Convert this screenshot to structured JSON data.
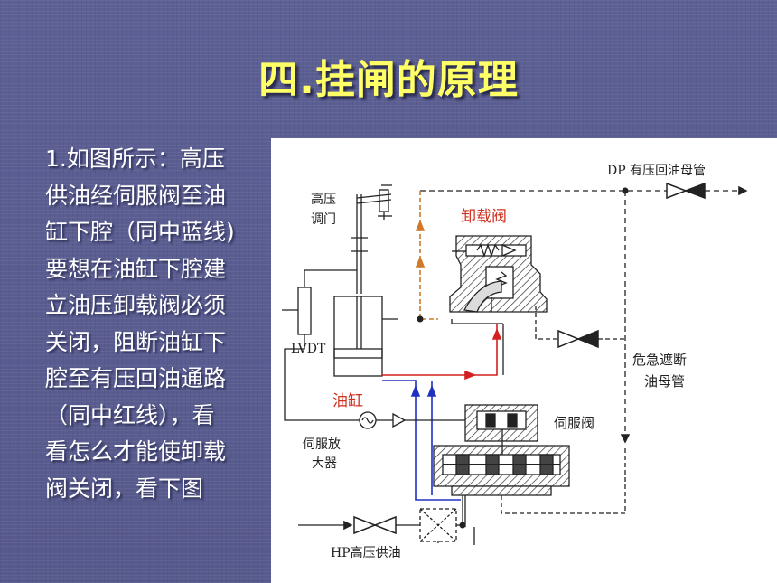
{
  "slide": {
    "title": "四.挂闸的原理",
    "body_lines": [
      " 1.如图所示：高压",
      "供油经伺服阀至油",
      "缸下腔（同中蓝线)",
      "要想在油缸下腔建",
      "立油压卸载阀必须",
      "关闭，阻断油缸下",
      "腔至有压回油通路",
      "（同中红线），看",
      "看怎么才能使卸载",
      "阀关闭，看下图"
    ]
  },
  "diagram": {
    "labels": {
      "dp_return": "DP  有压回油母管",
      "hp_valve_1": "高压",
      "hp_valve_2": "调门",
      "unload_valve": "卸载阀",
      "lvdt": "LVDT",
      "cylinder": "油缸",
      "emergency_1": "危急遮断",
      "emergency_2": "油母管",
      "servo_valve": "伺服阀",
      "servo_amp_1": "伺服放",
      "servo_amp_2": "大器",
      "hp_supply": "HP高压供油"
    },
    "colors": {
      "orange_path": "#d07a2a",
      "red_path": "#d42020",
      "blue_path": "#2030c0",
      "red_label": "#d03020",
      "line": "#222222"
    }
  }
}
